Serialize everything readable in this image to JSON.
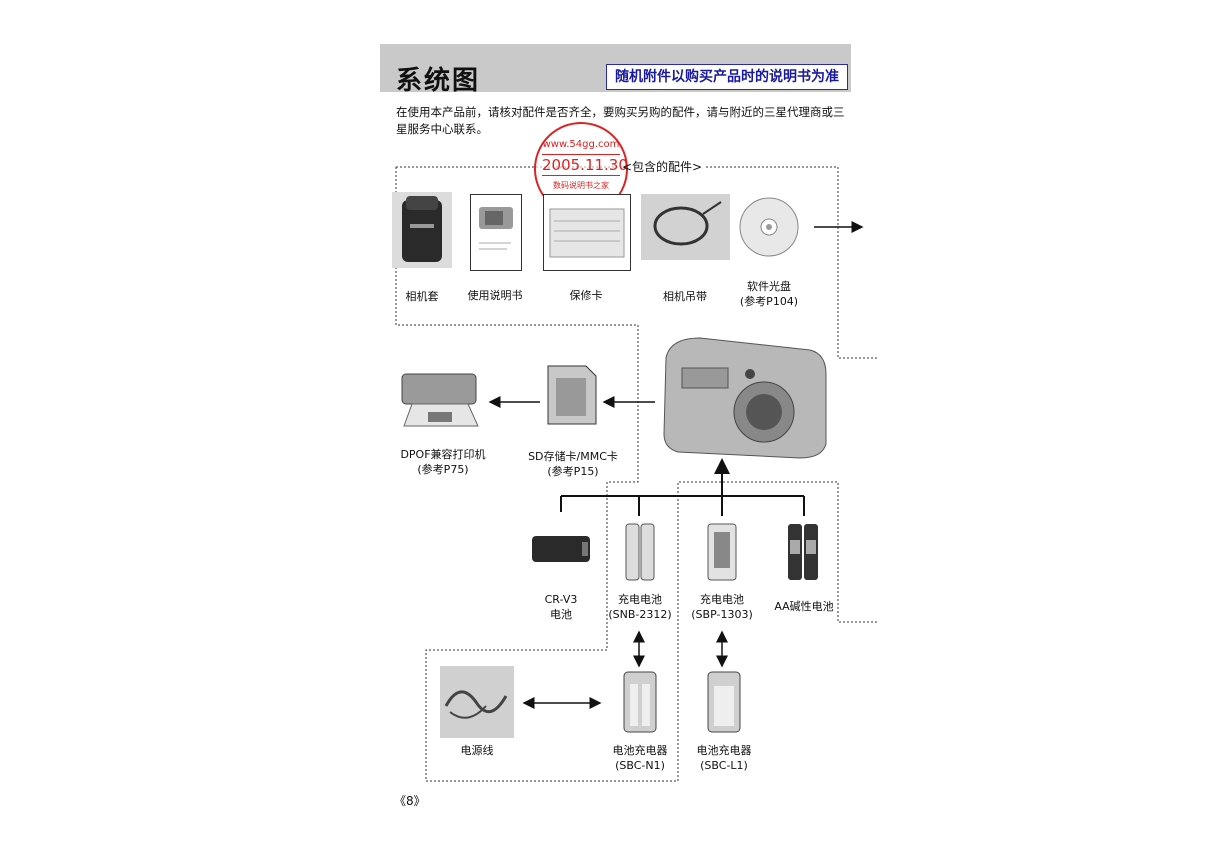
{
  "header": {
    "title": "系统图",
    "notice": "随机附件以购买产品时的说明书为准"
  },
  "intro": "在使用本产品前，请核对配件是否齐全，要购买另购的配件，请与附近的三星代理商或三星服务中心联系。",
  "stamp": {
    "url": "www.54gg.com",
    "date": "2005.11.30",
    "site": "数码说明书之家"
  },
  "included_label": "<包含的配件>",
  "included": [
    {
      "label": "相机套"
    },
    {
      "label": "使用说明书"
    },
    {
      "label": "保修卡"
    },
    {
      "label": "相机吊带"
    },
    {
      "label": "软件光盘",
      "sub": "(参考P104)"
    }
  ],
  "printer": {
    "label": "DPOF兼容打印机",
    "sub": "(参考P75)"
  },
  "sdcard": {
    "label": "SD存储卡/MMC卡",
    "sub": "(参考P15)"
  },
  "batteries": [
    {
      "label": "CR-V3",
      "sub": "电池"
    },
    {
      "label": "充电电池",
      "sub": "(SNB-2312)"
    },
    {
      "label": "充电电池",
      "sub": "(SBP-1303)"
    },
    {
      "label": "AA碱性电池"
    }
  ],
  "power_cord": {
    "label": "电源线"
  },
  "chargers": [
    {
      "label": "电池充电器",
      "sub": "(SBC-N1)"
    },
    {
      "label": "电池充电器",
      "sub": "(SBC-L1)"
    }
  ],
  "page_number": "《8》",
  "colors": {
    "header_bg": "#c9c9c9",
    "notice_text": "#1a1a9e",
    "stamp": "#d22222"
  }
}
